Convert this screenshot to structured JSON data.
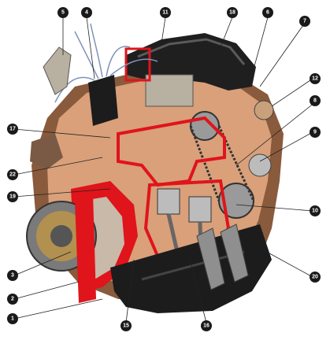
{
  "callouts": [
    "1",
    "2",
    "3",
    "4",
    "5",
    "6",
    "7",
    "8",
    "9",
    "10",
    "11",
    "12",
    "15",
    "16",
    "17",
    "18",
    "19",
    "20",
    "22"
  ],
  "colors": {
    "cutaway_red": "#e0141b",
    "block_tan": "#d9a07a",
    "shadow_brown": "#8a5a3c",
    "sump_black": "#1c1c1c",
    "metal_grey": "#9a9a9a",
    "wire_blue": "#7f93b8"
  }
}
